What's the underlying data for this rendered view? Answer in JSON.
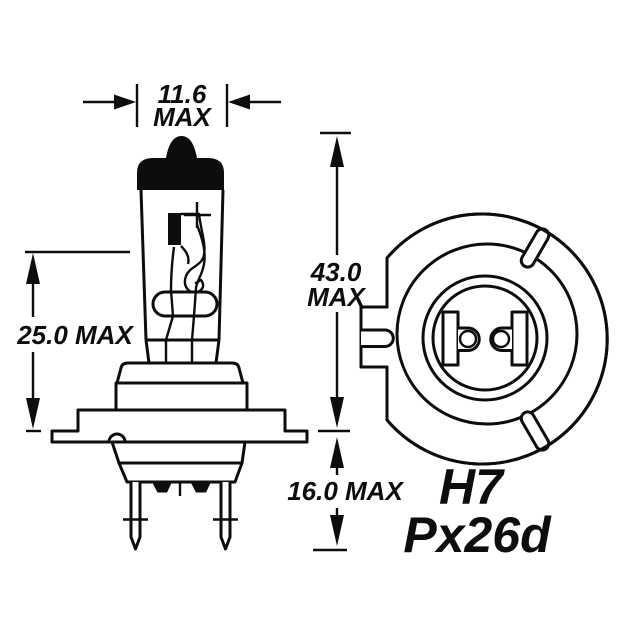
{
  "figure": {
    "colors": {
      "line": "#0d0d0d",
      "background": "#ffffff"
    },
    "labels": {
      "bulb_type": "H7",
      "base_code": "Px26d"
    },
    "dimensions": {
      "bulb_diameter": {
        "value": "11.6",
        "qualifier": "MAX"
      },
      "glass_length": {
        "text": "25.0 MAX"
      },
      "overall_length": {
        "value": "43.0",
        "qualifier": "MAX"
      },
      "base_depth": {
        "text": "16.0 MAX"
      }
    }
  }
}
